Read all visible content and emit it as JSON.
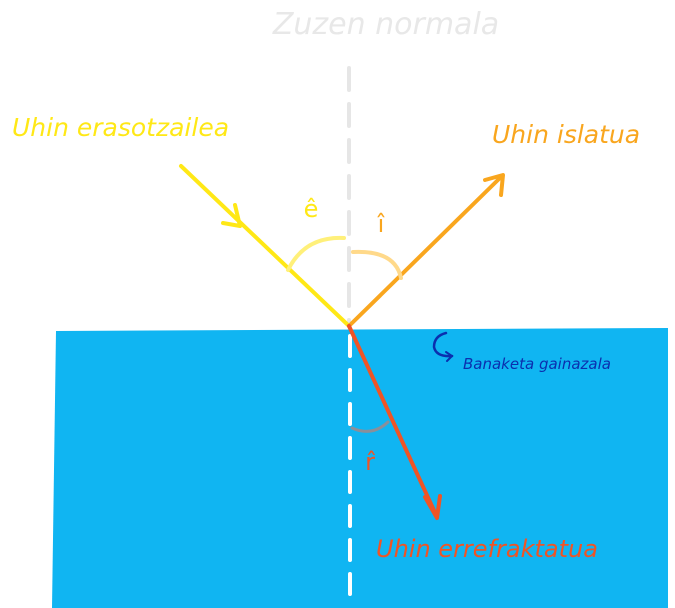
{
  "labels": {
    "normal": "Zuzen normala",
    "incident": "Uhin erasotzailea",
    "reflected": "Uhin islatua",
    "surface": "Banaketa gainazala",
    "refracted": "Uhin errefraktatua",
    "angle_incidence": "ê",
    "angle_reflection": "î",
    "angle_refraction": "r̂"
  },
  "colors": {
    "water": "#10b5f2",
    "normal_line": "#e6e6e6",
    "incident": "#ffe816",
    "incident_arc": "#fff07a",
    "reflected": "#f9a61e",
    "reflected_arc": "#ffd98a",
    "refracted": "#f05425",
    "refracted_arc": "#8a8f9a",
    "surface_label": "#0b2fae",
    "normal_label": "#e8e8e8"
  }
}
